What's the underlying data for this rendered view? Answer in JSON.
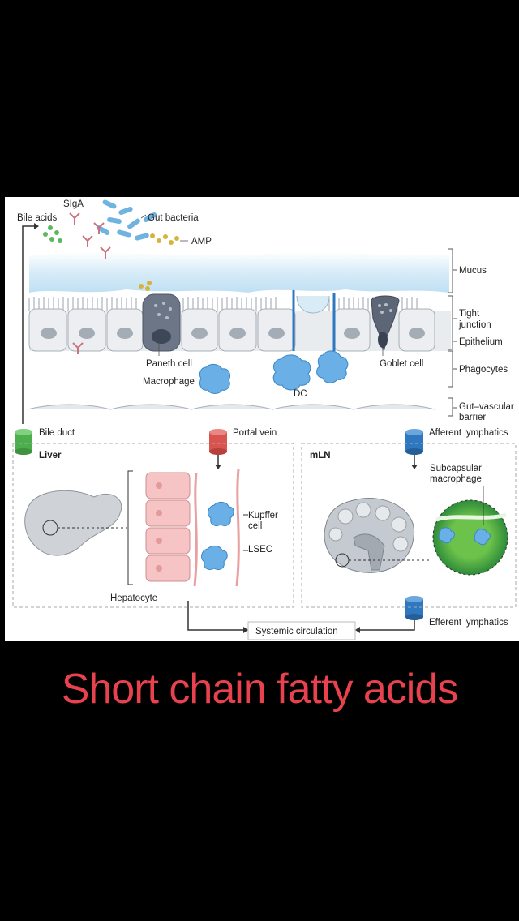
{
  "caption": "Short chain fatty acids",
  "labels": {
    "siga": "SIgA",
    "bile_acids": "Bile acids",
    "gut_bacteria": "Gut bacteria",
    "amp": "AMP",
    "mucus": "Mucus",
    "tight_junction_1": "Tight",
    "tight_junction_2": "junction",
    "epithelium": "Epithelium",
    "paneth_cell": "Paneth cell",
    "goblet_cell": "Goblet cell",
    "phagocytes": "Phagocytes",
    "macrophage": "Macrophage",
    "dc": "DC",
    "gut_vascular_1": "Gut–vascular",
    "gut_vascular_2": "barrier",
    "bile_duct": "Bile duct",
    "portal_vein": "Portal vein",
    "afferent_lymphatics": "Afferent lymphatics",
    "liver": "Liver",
    "mln": "mLN",
    "subcapsular_1": "Subcapsular",
    "subcapsular_2": "macrophage",
    "kupffer_1": "Kupffer",
    "kupffer_2": "cell",
    "lsec": "LSEC",
    "hepatocyte": "Hepatocyte",
    "systemic_circulation": "Systemic circulation",
    "efferent_lymphatics": "Efferent lymphatics"
  },
  "colors": {
    "bile_duct": "#4cae4c",
    "portal_vein": "#d9534f",
    "lymphatics": "#2f78c0",
    "bacteria": "#6fb3e0",
    "amp": "#d6b43a",
    "bile": "#5cb85c",
    "iga": "#c9737d",
    "hepatocyte": "#f6c4c4",
    "immune": "#6ab0e6",
    "caption": "#e8424e"
  }
}
